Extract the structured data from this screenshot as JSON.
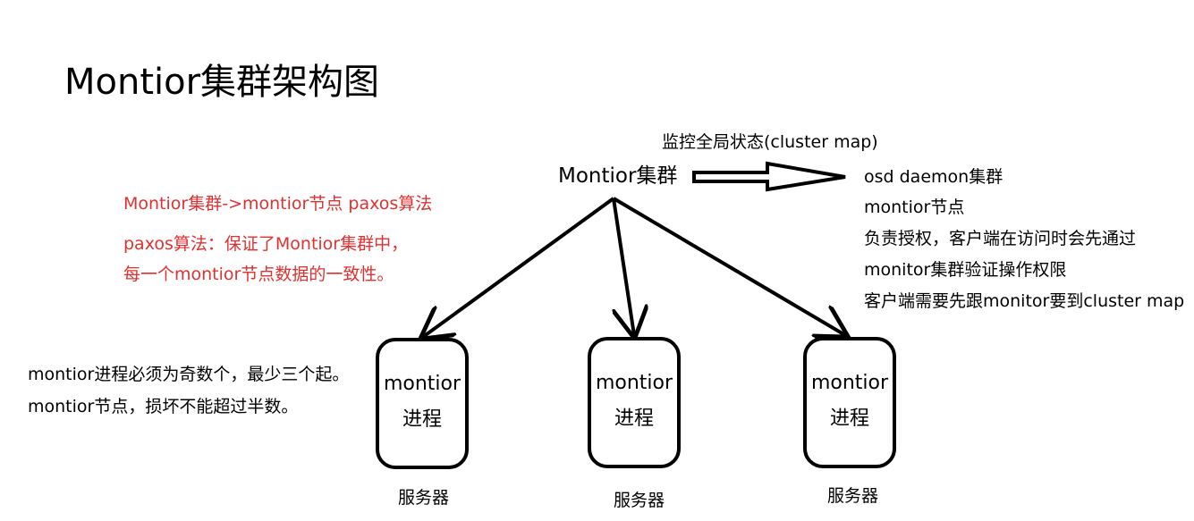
{
  "title": "Montior集群架构图",
  "notes_red": [
    "Montior集群->montior节点   paxos算法",
    "paxos算法：保证了Montior集群中，",
    "每一个montior节点数据的一致性。"
  ],
  "notes_left": [
    "montior进程必须为奇数个，最少三个起。",
    "montior节点，损坏不能超过半数。"
  ],
  "cluster": {
    "caption": "监控全局状态(cluster map)",
    "label": "Montior集群"
  },
  "notes_right": [
    "osd daemon集群",
    "montior节点",
    "负责授权，客户端在访问时会先通过",
    "monitor集群验证操作权限",
    "客户端需要先跟monitor要到cluster map"
  ],
  "nodes": [
    {
      "line1": "montior",
      "line2": "进程",
      "server": "服务器"
    },
    {
      "line1": "montior",
      "line2": "进程",
      "server": "服务器"
    },
    {
      "line1": "montior",
      "line2": "进程",
      "server": "服务器"
    }
  ],
  "colors": {
    "note_red": "#e03030",
    "stroke": "#000000"
  }
}
